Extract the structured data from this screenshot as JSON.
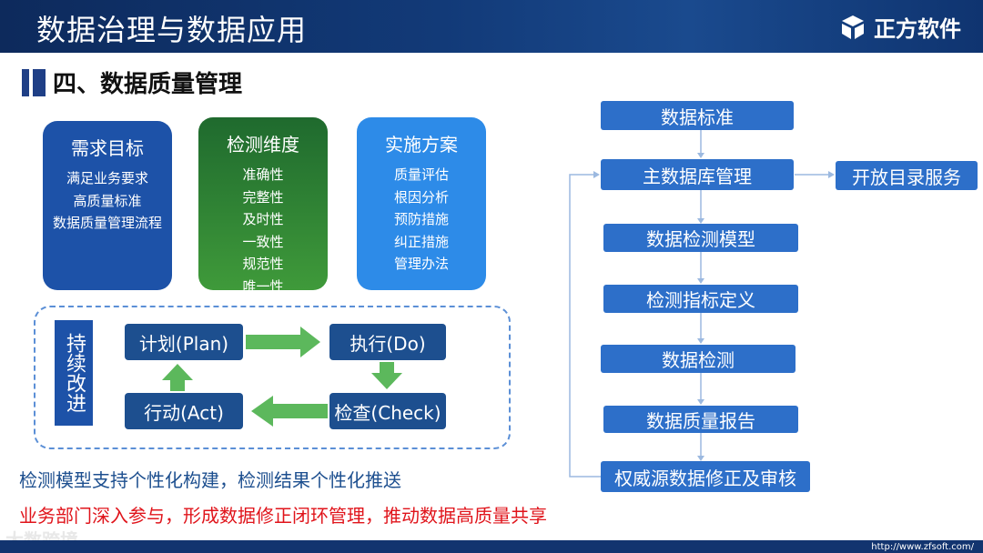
{
  "header": {
    "title": "数据治理与数据应用",
    "brand": "正方软件"
  },
  "section": {
    "title": "四、数据质量管理"
  },
  "cards": [
    {
      "title": "需求目标",
      "lines": [
        "满足业务要求",
        "高质量标准",
        "数据质量管理流程"
      ]
    },
    {
      "title": "检测维度",
      "lines": [
        "准确性",
        "完整性",
        "及时性",
        "一致性",
        "规范性",
        "唯一性"
      ]
    },
    {
      "title": "实施方案",
      "lines": [
        "质量评估",
        "根因分析",
        "预防措施",
        "纠正措施",
        "管理办法"
      ]
    }
  ],
  "cycle": {
    "label": "持续改进",
    "plan": "计划(Plan)",
    "do": "执行(Do)",
    "check": "检查(Check)",
    "act": "行动(Act)"
  },
  "flow": {
    "steps": [
      "数据标准",
      "主数据库管理",
      "数据检测模型",
      "检测指标定义",
      "数据检测",
      "数据质量报告",
      "权威源数据修正及审核"
    ],
    "side": "开放目录服务"
  },
  "notes": {
    "blue": "检测模型支持个性化构建，检测结果个性化推送",
    "red": "业务部门深入参与，形成数据修正闭环管理，推动数据高质量共享"
  },
  "footer": {
    "watermark": "大数跨境",
    "url": "http://www.zfsoft.com/"
  },
  "colors": {
    "accent": "#1d52a8",
    "red": "#e0141b",
    "green": "#5cb85c"
  }
}
